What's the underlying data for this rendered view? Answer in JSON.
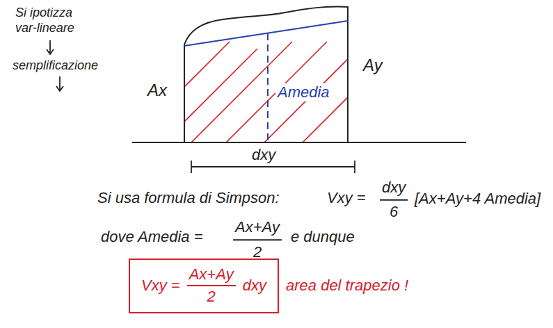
{
  "diagram": {
    "nodes": [
      {
        "text": [
          "Vxy =",
          "Ax+Ay",
          "2",
          "dxy"
        ]
      }
    ],
    "labels": [
      "Si ipotizza var-lineare",
      "semplificazione",
      "Ax",
      "Ay",
      "Amedia",
      "dxy",
      "Si usa formula di Simpson:",
      "Vxy =",
      "dxy",
      "6",
      "[Ax+Ay+4 Amedia]",
      "dove Amedia =",
      "Ax+Ay",
      "2",
      "e dunque",
      "area del trapezio !"
    ]
  }
}
